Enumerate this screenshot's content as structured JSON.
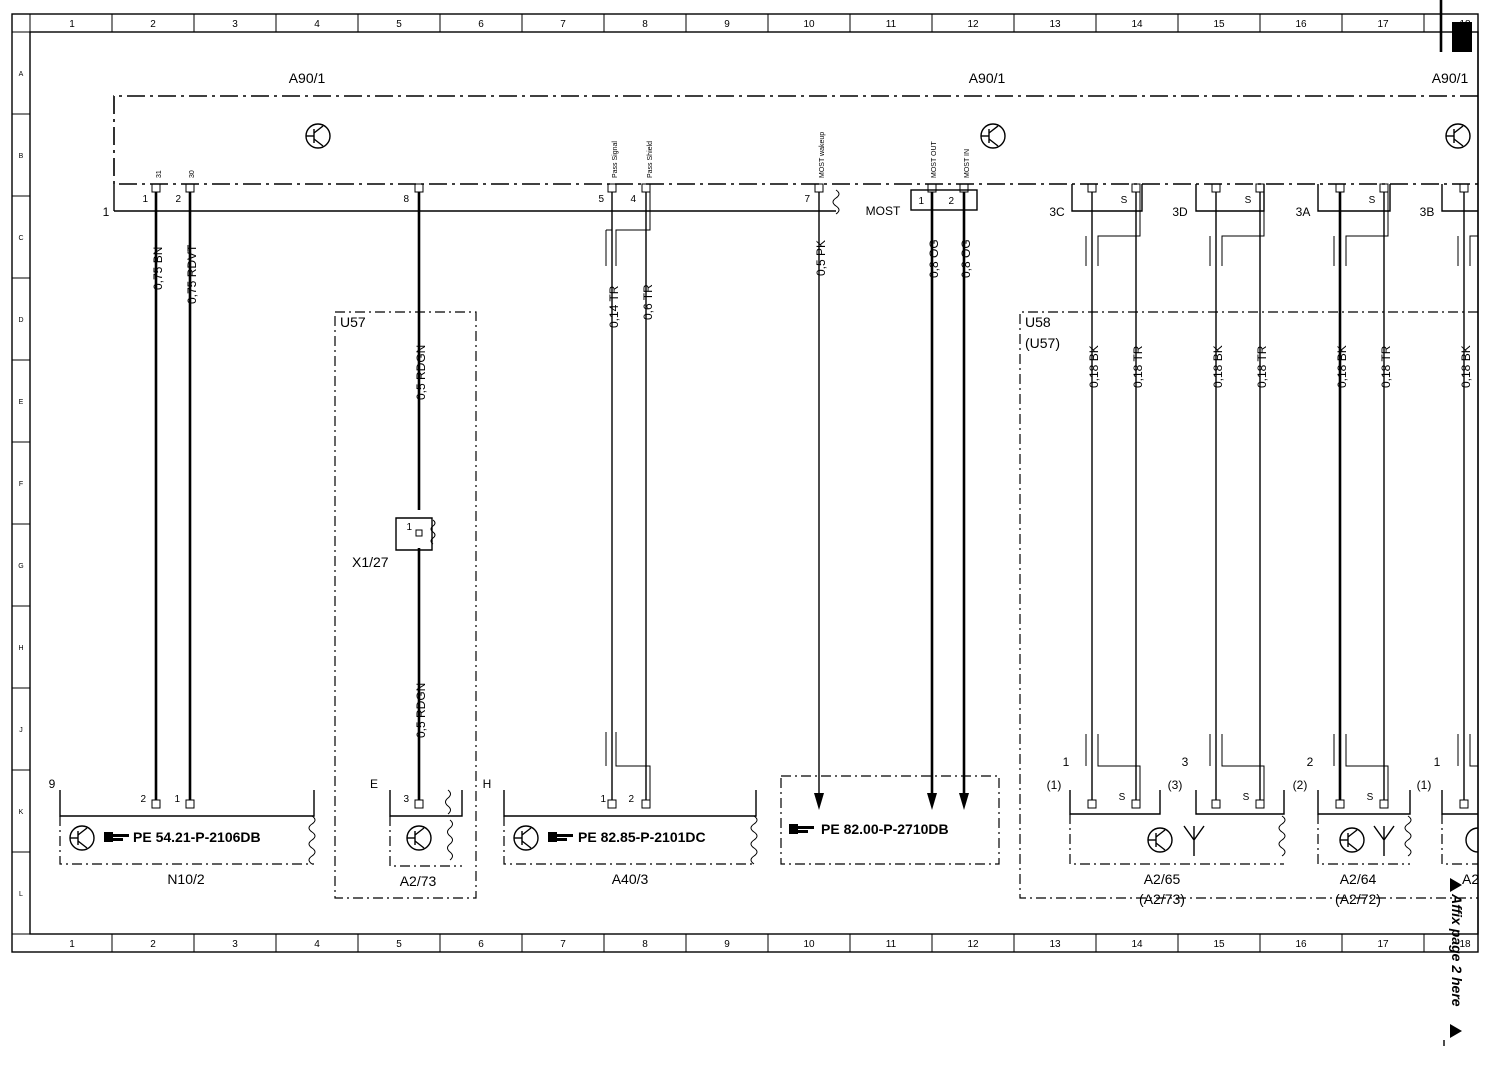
{
  "frame": {
    "columns": [
      "1",
      "2",
      "3",
      "4",
      "5",
      "6",
      "7",
      "8",
      "9",
      "10",
      "11",
      "12",
      "13",
      "14",
      "15",
      "16",
      "17",
      "18"
    ],
    "rows": [
      "A",
      "B",
      "C",
      "D",
      "E",
      "F",
      "G",
      "H",
      "J",
      "K",
      "L"
    ]
  },
  "control_unit": {
    "label_left": "A90/1",
    "label_mid": "A90/1",
    "label_right": "A90/1",
    "bus_pin": "1",
    "most_label": "MOST"
  },
  "top_pins": [
    {
      "pin": "1",
      "name": "31"
    },
    {
      "pin": "2",
      "name": "30"
    },
    {
      "pin": "8",
      "name": ""
    },
    {
      "pin": "5",
      "name": "Pass Signal"
    },
    {
      "pin": "4",
      "name": "Pass Shield"
    },
    {
      "pin": "7",
      "name": "MOST wakeup"
    },
    {
      "pin": "1",
      "name": "MOST OUT"
    },
    {
      "pin": "2",
      "name": "MOST IN"
    }
  ],
  "antenna_connectors": [
    "3C",
    "3D",
    "3A",
    "3B"
  ],
  "shield_mark": "S",
  "wires": [
    "0,75 BN",
    "0,75 RDVT",
    "0,5 RDGN",
    "0,5 RDGN",
    "0,14 TR",
    "0,6 TR",
    "0,5 PK",
    "0,8 OG",
    "0,8 OG",
    "0,18 BK",
    "0,18 TR",
    "0,18 BK",
    "0,18 TR",
    "0,18 BK",
    "0,18 TR",
    "0,18 BK"
  ],
  "groups": {
    "u57": "U57",
    "u58": "U58",
    "u58_sub": "(U57)"
  },
  "connector_x127": {
    "label": "X1/27",
    "pin": "1"
  },
  "components": {
    "n10_2": {
      "label": "N10/2",
      "ref": "PE 54.21-P-2106DB",
      "index": "9",
      "pins": [
        "2",
        "1"
      ]
    },
    "a2_73": {
      "label": "A2/73",
      "pin": "3",
      "left_tag": "E",
      "right_tag": "H"
    },
    "a40_3": {
      "label": "A40/3",
      "ref": "PE 82.85-P-2101DC",
      "pins": [
        "1",
        "2"
      ]
    },
    "most_ref": {
      "ref": "PE 82.00-P-2710DB"
    },
    "a2_65": {
      "label": "A2/65",
      "sub": "(A2/73)",
      "num": "3",
      "num_sub": "(3)"
    },
    "a2_64": {
      "label": "A2/64",
      "sub": "(A2/72)",
      "num": "2",
      "num_sub": "(2)"
    },
    "first_ant": {
      "num": "1",
      "num_sub": "(1)"
    },
    "last_ant": {
      "label": "A2",
      "num": "1",
      "num_sub": "(1)"
    }
  },
  "page_note": "Affix page 2 here"
}
